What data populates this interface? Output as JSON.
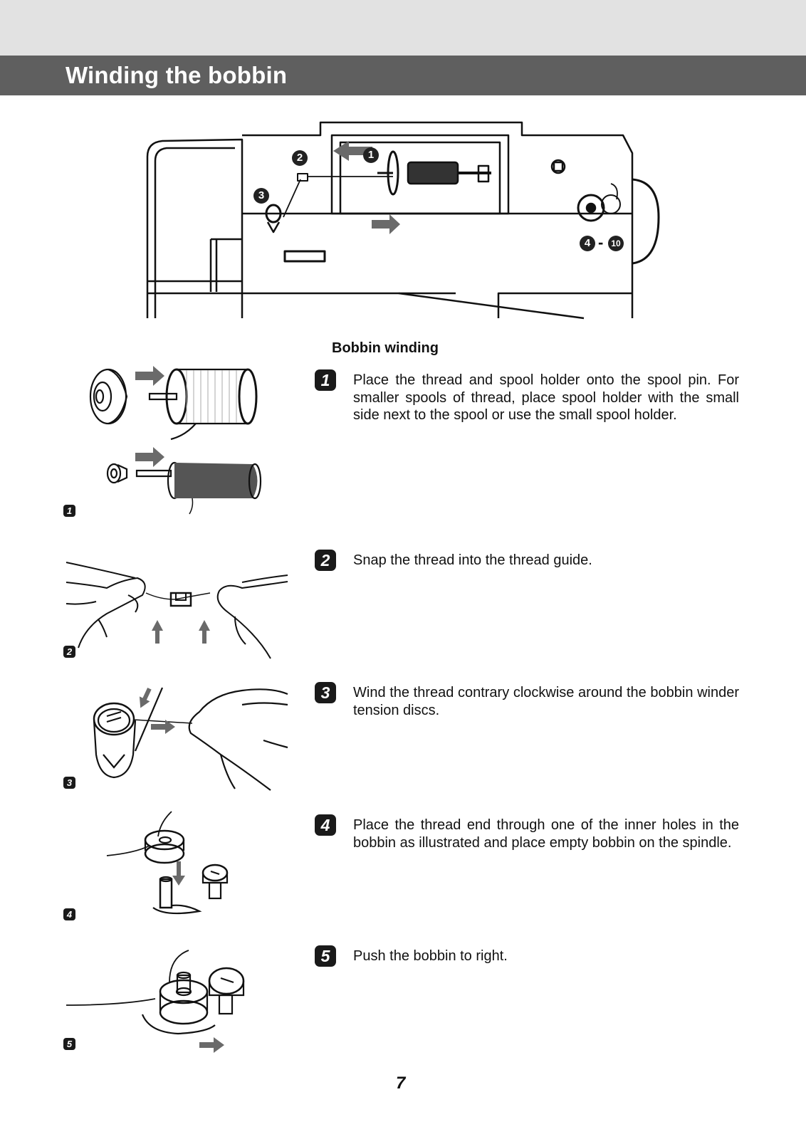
{
  "header": {
    "title": "Winding the bobbin"
  },
  "main_figure": {
    "callouts": [
      "1",
      "2",
      "3",
      "4",
      "10"
    ],
    "callout_range_separator": "-"
  },
  "section": {
    "title": "Bobbin winding"
  },
  "steps": [
    {
      "number": "1",
      "text": "Place the thread and spool holder onto the spool pin. For smaller spools of thread, place spool holder with the small side next to the spool or use the small spool holder."
    },
    {
      "number": "2",
      "text": "Snap the thread into the thread guide."
    },
    {
      "number": "3",
      "text": "Wind the thread contrary clockwise around the bobbin winder tension discs."
    },
    {
      "number": "4",
      "text": "Place the thread end through one of the inner holes in the bobbin as illustrated and place empty bobbin on the spindle."
    },
    {
      "number": "5",
      "text": "Push the  bobbin to right."
    }
  ],
  "figure_labels": [
    "1",
    "2",
    "3",
    "4",
    "5"
  ],
  "footer": {
    "page_number": "7"
  },
  "colors": {
    "title_bar": "#5f5f5f",
    "top_band": "#e2e2e2",
    "arrow": "#6a6a6a"
  }
}
